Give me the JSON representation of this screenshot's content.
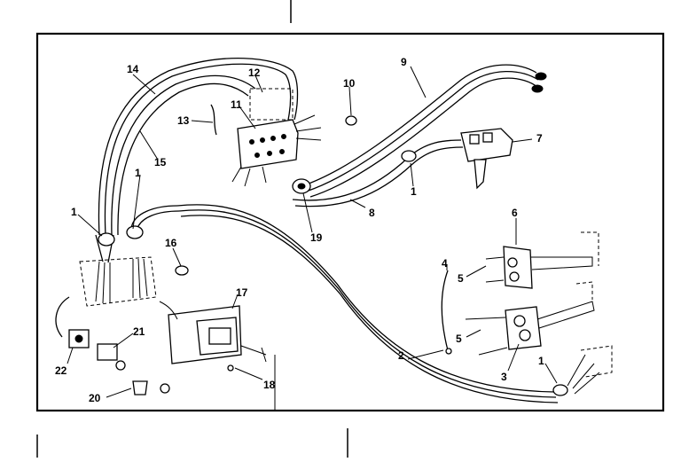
{
  "diagram": {
    "callouts": [
      {
        "id": "c1a",
        "text": "1"
      },
      {
        "id": "c1b",
        "text": "1"
      },
      {
        "id": "c1c",
        "text": "1"
      },
      {
        "id": "c1d",
        "text": "1"
      },
      {
        "id": "c2",
        "text": "2"
      },
      {
        "id": "c3",
        "text": "3"
      },
      {
        "id": "c4",
        "text": "4"
      },
      {
        "id": "c5a",
        "text": "5"
      },
      {
        "id": "c5b",
        "text": "5"
      },
      {
        "id": "c6",
        "text": "6"
      },
      {
        "id": "c7",
        "text": "7"
      },
      {
        "id": "c8",
        "text": "8"
      },
      {
        "id": "c9",
        "text": "9"
      },
      {
        "id": "c10",
        "text": "10"
      },
      {
        "id": "c11",
        "text": "11"
      },
      {
        "id": "c12",
        "text": "12"
      },
      {
        "id": "c13",
        "text": "13"
      },
      {
        "id": "c14",
        "text": "14"
      },
      {
        "id": "c15",
        "text": "15"
      },
      {
        "id": "c16",
        "text": "16"
      },
      {
        "id": "c17",
        "text": "17"
      },
      {
        "id": "c18",
        "text": "18"
      },
      {
        "id": "c19",
        "text": "19"
      },
      {
        "id": "c20",
        "text": "20"
      },
      {
        "id": "c21",
        "text": "21"
      },
      {
        "id": "c22",
        "text": "22"
      }
    ]
  }
}
